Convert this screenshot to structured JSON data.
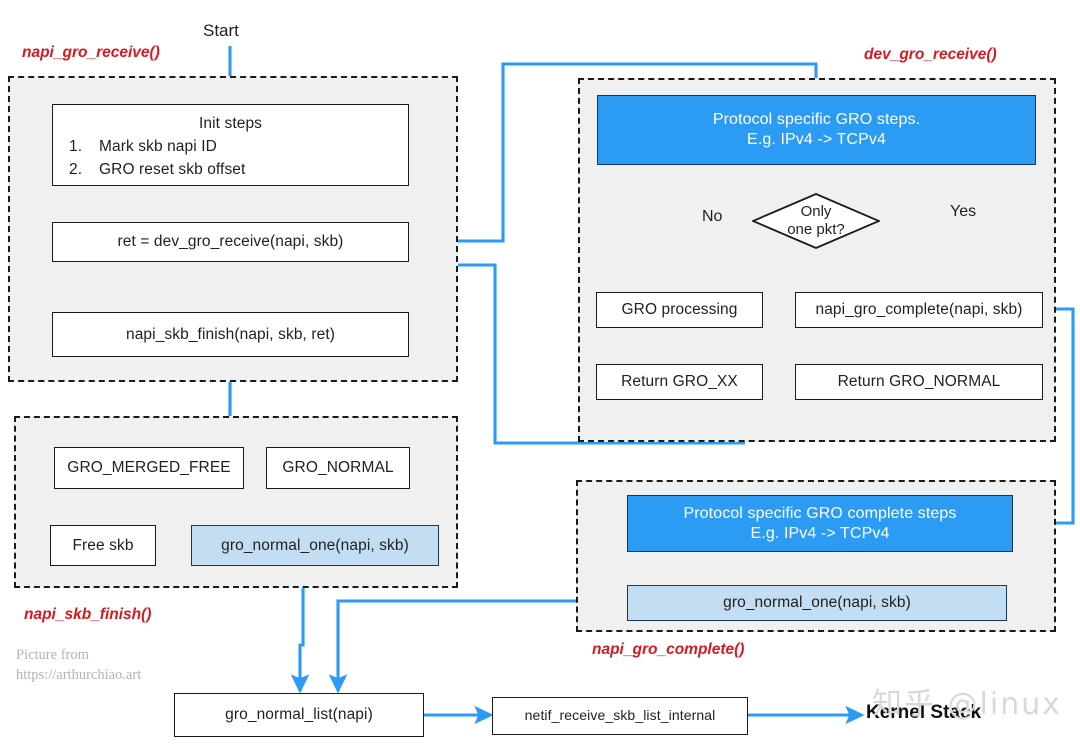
{
  "diagram": {
    "title_text": "Start",
    "function_labels": [
      {
        "id": "napi_gro_receive",
        "text": "napi_gro_receive()"
      },
      {
        "id": "dev_gro_receive",
        "text": "dev_gro_receive()"
      },
      {
        "id": "napi_skb_finish",
        "text": "napi_skb_finish()"
      },
      {
        "id": "napi_gro_complete",
        "text": "napi_gro_complete()"
      }
    ],
    "nodes": {
      "init_steps": {
        "title": "Init steps",
        "items": [
          {
            "num": "1.",
            "text": "Mark skb napi ID"
          },
          {
            "num": "2.",
            "text": "GRO reset skb offset"
          }
        ]
      },
      "dev_gro_receive_call": "ret = dev_gro_receive(napi, skb)",
      "napi_skb_finish_call": "napi_skb_finish(napi, skb, ret)",
      "protocol_gro_steps_line1": "Protocol specific GRO steps.",
      "protocol_gro_steps_line2": "E.g. IPv4 -> TCPv4",
      "decision_line1": "Only",
      "decision_line2": "one pkt?",
      "decision_no": "No",
      "decision_yes": "Yes",
      "gro_processing": "GRO processing",
      "napi_gro_complete_call": "napi_gro_complete(napi, skb)",
      "return_gro_xx": "Return GRO_XX",
      "return_gro_normal": "Return GRO_NORMAL",
      "gro_merged_free": "GRO_MERGED_FREE",
      "gro_normal": "GRO_NORMAL",
      "free_skb": "Free skb",
      "gro_normal_one_left": "gro_normal_one(napi, skb)",
      "protocol_gro_complete_line1": "Protocol specific GRO complete steps",
      "protocol_gro_complete_line2": "E.g. IPv4 -> TCPv4",
      "gro_normal_one_right": "gro_normal_one(napi, skb)",
      "gro_normal_list": "gro_normal_list(napi)",
      "netif_receive": "netif_receive_skb_list_internal",
      "kernel_stack": "Kernel Stack"
    },
    "credit": {
      "line1": "Picture from",
      "line2": "https://arthurchiao.art"
    },
    "watermark": "知乎 @linux",
    "colors": {
      "accent_blue": "#2b9bf4",
      "light_blue": "#c3def3",
      "label_red": "#d71920",
      "group_fill": "#f0f0f0",
      "stroke": "#1a1a1a"
    }
  }
}
